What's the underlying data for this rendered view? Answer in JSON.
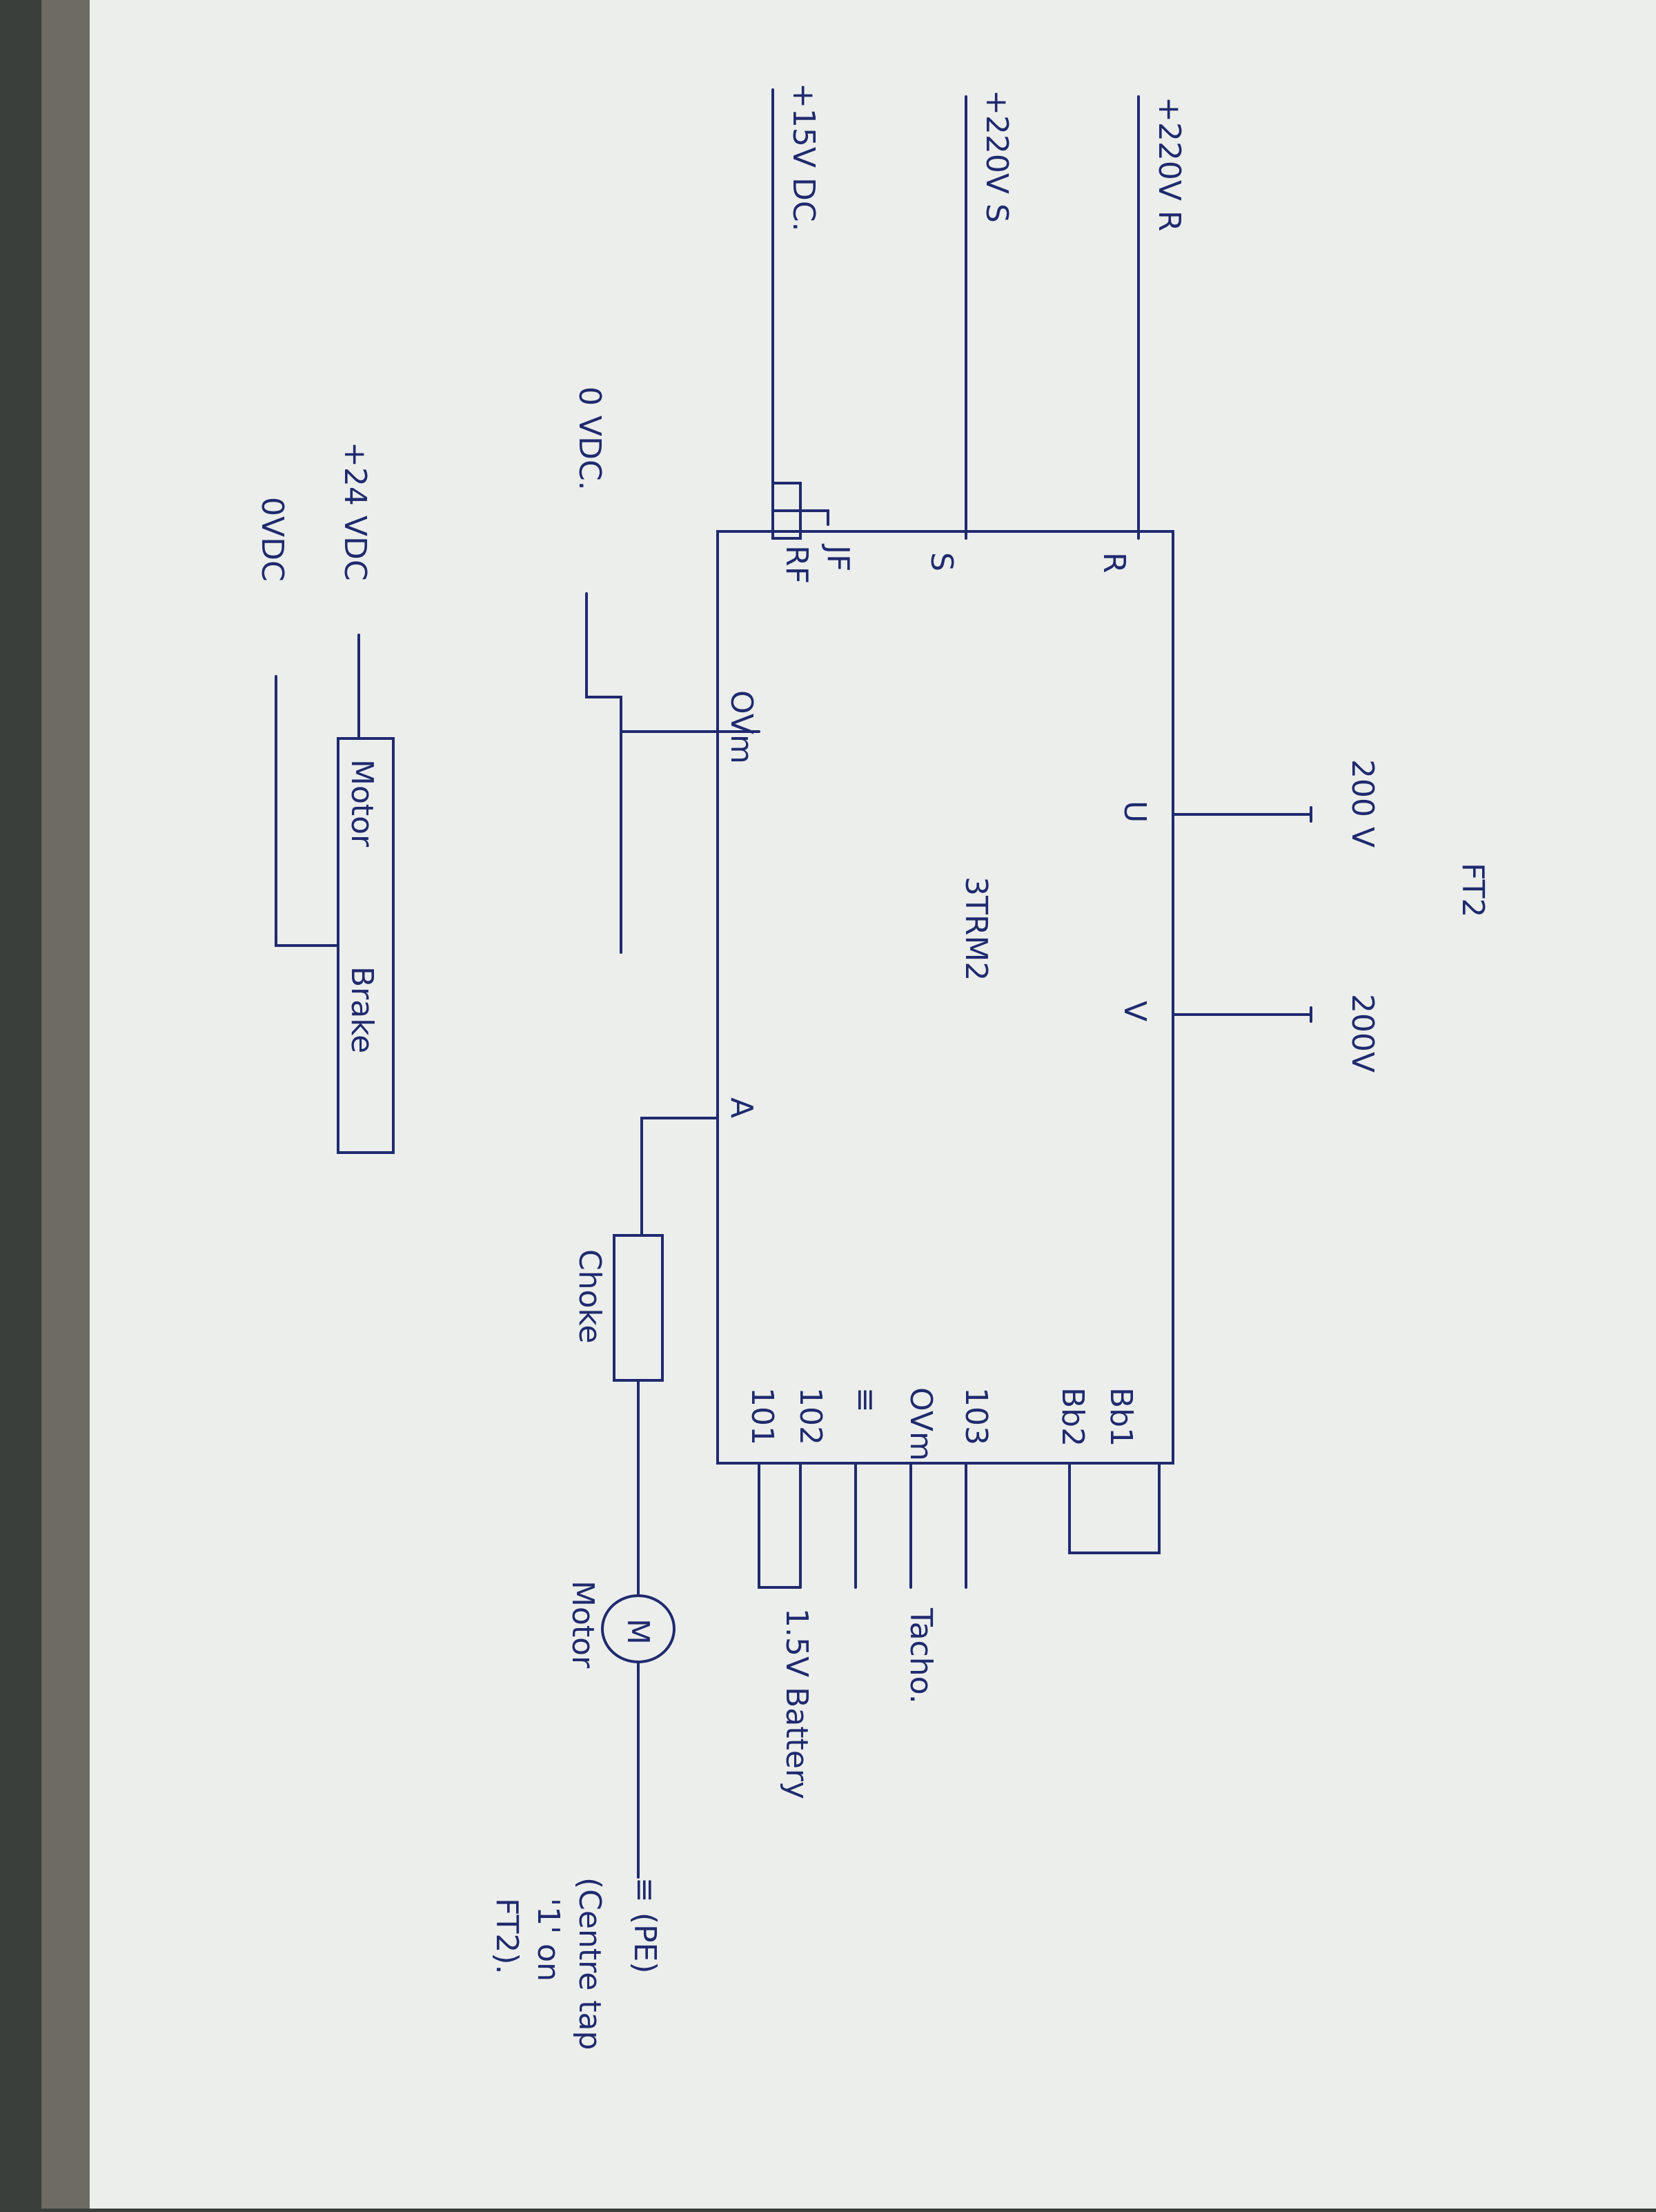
{
  "diagram": {
    "title": "FT2",
    "module": "3TRM2",
    "terminals": {
      "u": "U",
      "v": "V",
      "r": "R",
      "s": "S",
      "jf": "JF",
      "rf": "RF",
      "ovm_top": "OVm",
      "a": "A",
      "bb1": "Bb1",
      "bb2": "Bb2",
      "t103": "103",
      "ovm_side": "OVm",
      "ground": "≡",
      "t102": "102",
      "t101": "101"
    },
    "supplies": {
      "r_in": "+220V R",
      "s_in": "+220V S",
      "dc15": "+15V DC.",
      "ovdc": "0 VDC.",
      "v200_u": "200 V",
      "v200_v": "200V",
      "v24": "+24 VDC",
      "ovdc_brake": "0VDC"
    },
    "components": {
      "brake_motor": "Motor",
      "brake": "Brake",
      "choke": "Choke",
      "motor_symbol": "M",
      "motor": "Motor",
      "tacho": "Tacho.",
      "battery": "1.5V Battery",
      "pe": "≡ (PE)",
      "note_line1": "(Centre tap",
      "note_line2": "'1' on",
      "note_line3": "FT2)."
    }
  }
}
